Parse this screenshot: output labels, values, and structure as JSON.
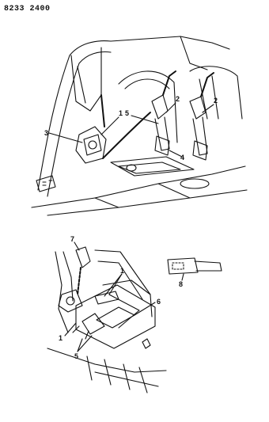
{
  "header": {
    "code": "8233 2400"
  },
  "upper_view": {
    "callouts": [
      {
        "id": "c3",
        "text": "3"
      },
      {
        "id": "c1",
        "text": "1"
      },
      {
        "id": "c5",
        "text": "5"
      },
      {
        "id": "c2a",
        "text": "2"
      },
      {
        "id": "c2b",
        "text": "2"
      },
      {
        "id": "c4",
        "text": "4"
      }
    ]
  },
  "lower_view": {
    "callouts": [
      {
        "id": "c7",
        "text": "7"
      },
      {
        "id": "c1",
        "text": "1"
      },
      {
        "id": "c6",
        "text": "6"
      },
      {
        "id": "c1b",
        "text": "1"
      },
      {
        "id": "c5",
        "text": "5"
      }
    ]
  },
  "detail_view": {
    "callouts": [
      {
        "id": "c8",
        "text": "8"
      }
    ]
  }
}
